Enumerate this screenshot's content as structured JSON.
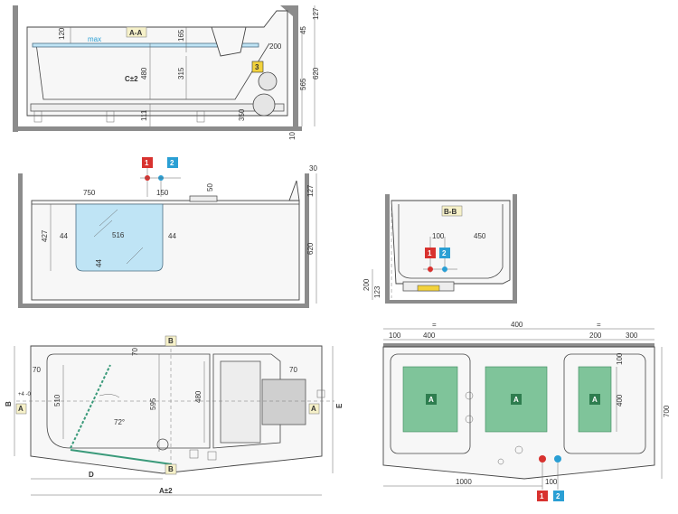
{
  "section_aa": {
    "tag": "A-A",
    "water_label": "max",
    "c_label": "C±2",
    "dims": [
      "120",
      "165",
      "480",
      "315",
      "111",
      "350",
      "200",
      "565",
      "620",
      "127",
      "45",
      "10"
    ],
    "marker": "3"
  },
  "front_view": {
    "dims": [
      "750",
      "150",
      "50",
      "427",
      "44",
      "516",
      "44",
      "44",
      "620",
      "127",
      "30"
    ],
    "markers": [
      "1",
      "2"
    ]
  },
  "section_bb": {
    "tag": "B-B",
    "dims": [
      "100",
      "450",
      "200",
      "123"
    ],
    "markers": [
      "1",
      "2"
    ]
  },
  "plan_view": {
    "section_tag": "B",
    "side_tag": "A",
    "dims": [
      "70",
      "70",
      "70",
      "510",
      "595",
      "480",
      "72°"
    ],
    "b_label": "B",
    "b_tol": "+4\n-0",
    "e_label": "E",
    "d_label": "D",
    "a_label": "A±2"
  },
  "footprint": {
    "top_dims": [
      "=",
      "400",
      "=",
      "100",
      "400",
      "200",
      "300"
    ],
    "side_dims": [
      "100",
      "400",
      "700"
    ],
    "bottom_dims": [
      "1000",
      "100"
    ],
    "zone_label": "A",
    "markers": [
      "1",
      "2"
    ]
  },
  "colors": {
    "marker_hot": "#d8322f",
    "marker_cold": "#2a9fd4",
    "marker_aux": "#f2d23c",
    "zone": "#7fc49a",
    "water": "#bfe4f5",
    "wall": "#8c8c8c"
  }
}
